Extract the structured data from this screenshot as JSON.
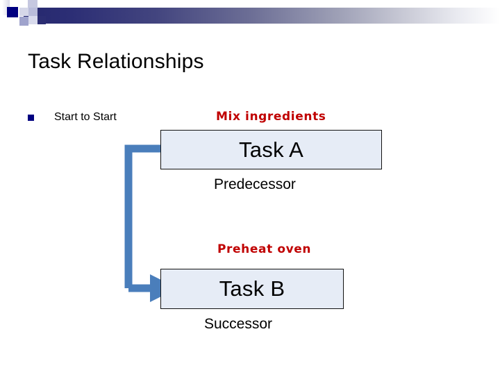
{
  "slide": {
    "title": "Task Relationships",
    "banner": {
      "gradient_from": "#26286e",
      "gradient_to": "#ffffff",
      "accent_square_color": "#000080"
    }
  },
  "bullet": {
    "marker": "square-bullet",
    "text": "Start to Start"
  },
  "diagram": {
    "connector": {
      "type": "elbow-arrow",
      "color": "#4a7ebb",
      "from": "task-a-left",
      "to": "task-b-left"
    },
    "nodes": [
      {
        "id": "task-a",
        "annotation": "Mix ingredients",
        "annotation_color": "#c00000",
        "title": "Task A",
        "role": "Predecessor",
        "fill": "#e6ecf6",
        "border": "#111111"
      },
      {
        "id": "task-b",
        "annotation": "Preheat oven",
        "annotation_color": "#c00000",
        "title": "Task B",
        "role": "Successor",
        "fill": "#e6ecf6",
        "border": "#111111"
      }
    ]
  }
}
